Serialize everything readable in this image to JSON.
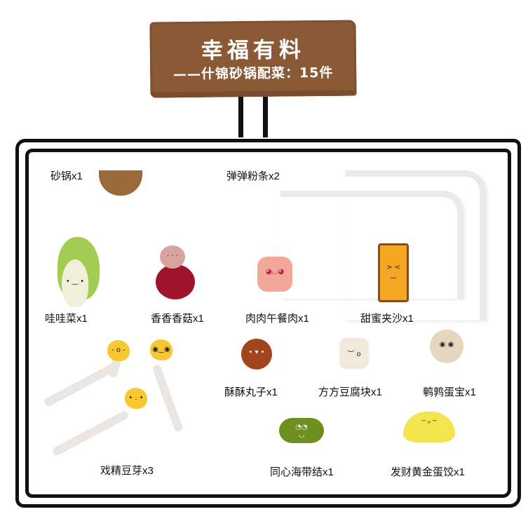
{
  "sign": {
    "title": "幸福有料",
    "subtitle": "——什锦砂锅配菜：15件"
  },
  "items": [
    {
      "label": "砂锅x1",
      "name": "clay-pot",
      "color": "#9b6a3a"
    },
    {
      "label": "弹弹粉条x2",
      "name": "vermicelli",
      "color": "#eaeaea"
    },
    {
      "label": "哇哇菜x1",
      "name": "baby-cabbage",
      "color": "#a3cc52"
    },
    {
      "label": "香香香菇x1",
      "name": "shiitake",
      "color": "#a0132a"
    },
    {
      "label": "肉肉午餐肉x1",
      "name": "luncheon-meat",
      "color": "#f2a798"
    },
    {
      "label": "甜蜜夹沙x1",
      "name": "sweet-sandwich",
      "color": "#f5a623"
    },
    {
      "label": "戏精豆芽x3",
      "name": "bean-sprouts",
      "color": "#f7c832"
    },
    {
      "label": "酥酥丸子x1",
      "name": "meatball",
      "color": "#a0451d"
    },
    {
      "label": "方方豆腐块x1",
      "name": "tofu",
      "color": "#f1e9dc"
    },
    {
      "label": "鹌鹑蛋宝x1",
      "name": "quail-egg",
      "color": "#e4d6bf"
    },
    {
      "label": "同心海带结x1",
      "name": "kelp-knot",
      "color": "#6d8f20"
    },
    {
      "label": "发财黄金蛋饺x1",
      "name": "egg-dumpling",
      "color": "#f4e44e"
    }
  ],
  "colors": {
    "sign_wood": "#8a5a37",
    "frame": "#111111"
  }
}
